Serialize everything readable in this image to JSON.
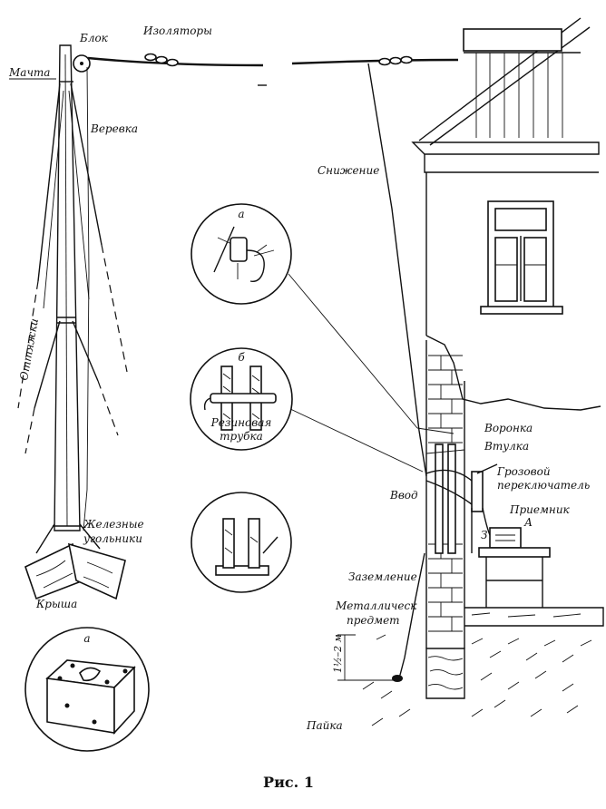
{
  "figure": {
    "caption": "Рис. 1",
    "labels": {
      "block": "Блок",
      "insulators": "Изоляторы",
      "mast": "Мачта",
      "rope": "Веревка",
      "guys": "Оттяжки",
      "descent": "Снижение",
      "funnel": "Воронка",
      "bushing": "Втулка",
      "lightning_switch_1": "Грозовой",
      "lightning_switch_2": "переключатель",
      "inlet": "Ввод",
      "receiver": "Приемник",
      "terminal_z": "З",
      "terminal_a": "А",
      "grounding": "Заземление",
      "metal_object_1": "Металлическ",
      "metal_object_2": "предмет",
      "solder": "Пайка",
      "iron_angles_1": "Железные",
      "iron_angles_2": "угольники",
      "roof": "Крыша",
      "depth": "1½–2 м",
      "inset_a_top": "а",
      "inset_b_letter": "б",
      "rubber_tube_1": "Резиновая",
      "rubber_tube_2": "трубка",
      "inset_a_bottom": "а"
    }
  }
}
